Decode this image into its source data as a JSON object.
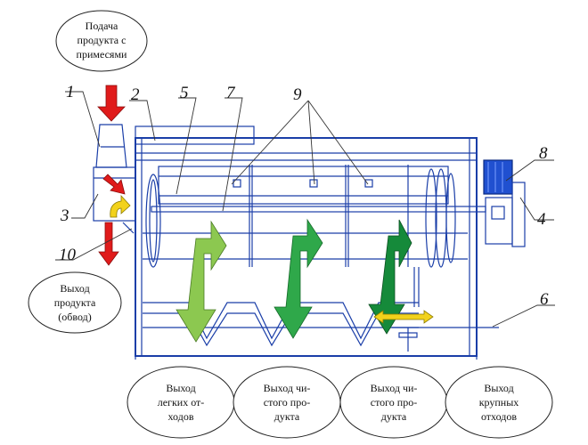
{
  "labels": {
    "input": [
      "Подача",
      "продукта с",
      "примесями"
    ],
    "bypass": [
      "Выход",
      "продукта",
      "(обвод)"
    ],
    "outlet_light": [
      "Выход",
      "легких от-",
      "ходов"
    ],
    "outlet_clean_1": [
      "Выход чи-",
      "стого про-",
      "дукта"
    ],
    "outlet_clean_2": [
      "Выход чи-",
      "стого про-",
      "дукта"
    ],
    "outlet_coarse": [
      "Выход",
      "крупных",
      "отходов"
    ]
  },
  "part_numbers": [
    "1",
    "2",
    "5",
    "7",
    "9",
    "8",
    "4",
    "3",
    "10",
    "6"
  ],
  "colors": {
    "frame": "#1a3ea8",
    "flow_red": "#e01b1b",
    "flow_yellow": "#f2d21b",
    "flow_light_green": "#8cc850",
    "flow_green": "#2fa84a",
    "flow_dark_green": "#158a3a",
    "flow_black": "#000000",
    "motor": "#2050d0"
  }
}
